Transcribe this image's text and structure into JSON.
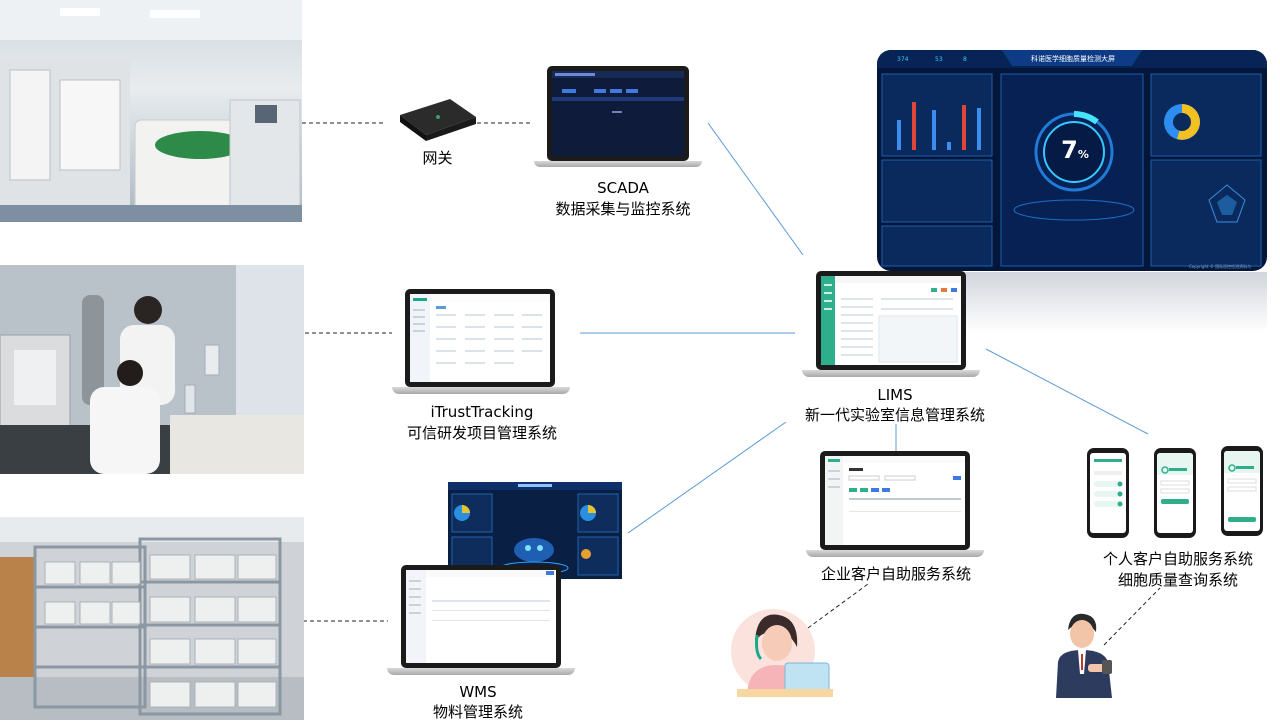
{
  "nodes": {
    "gateway": {
      "label": "网关"
    },
    "scada": {
      "title": "SCADA",
      "subtitle": "数据采集与监控系统"
    },
    "itrust": {
      "title": "iTrustTracking",
      "subtitle": "可信研发项目管理系统"
    },
    "wms": {
      "title": "WMS",
      "subtitle": "物料管理系统"
    },
    "lims": {
      "title": "LIMS",
      "subtitle": "新一代实验室信息管理系统"
    },
    "enterprise": {
      "label": "企业客户自助服务系统"
    },
    "personal": {
      "line1": "个人客户自助服务系统",
      "line2": "细胞质量查询系统"
    }
  },
  "dashboard": {
    "title": "科诺医学细胞质量检测大屏",
    "gauge_value": "7",
    "gauge_unit": "%",
    "stat_a": "374",
    "stat_b": "53",
    "stat_c": "8",
    "footer": "Copyright © 国际质控检测资料与"
  },
  "colors": {
    "connector": "#5b9bd5",
    "dashboard_bg": "#04163a",
    "accent_cyan": "#35c7ff",
    "teal": "#19a98a"
  }
}
